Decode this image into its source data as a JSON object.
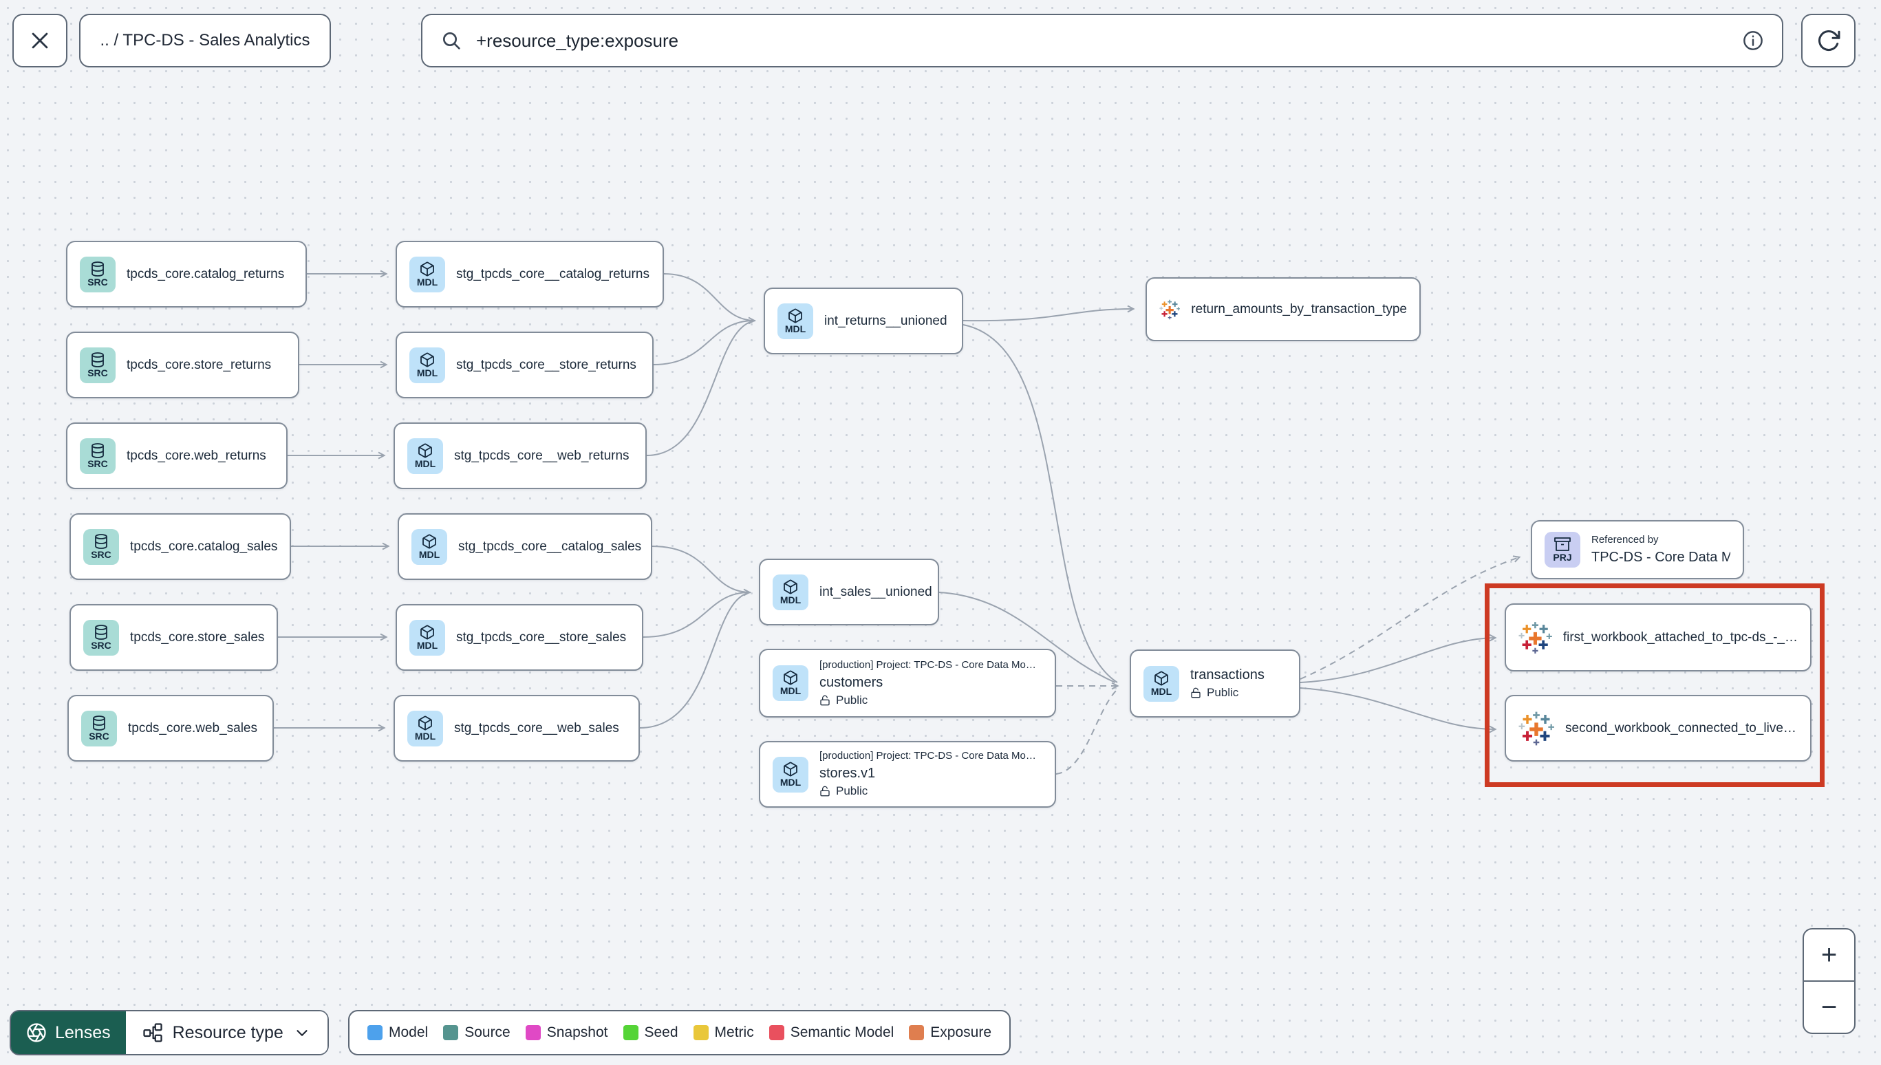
{
  "toolbar": {
    "breadcrumb": ".. / TPC-DS - Sales Analytics",
    "search_value": "+resource_type:exposure"
  },
  "graph": {
    "nodes": [
      {
        "id": "src-catalog-returns",
        "kind": "source",
        "badge": "SRC",
        "label": "tpcds_core.catalog_returns"
      },
      {
        "id": "src-store-returns",
        "kind": "source",
        "badge": "SRC",
        "label": "tpcds_core.store_returns"
      },
      {
        "id": "src-web-returns",
        "kind": "source",
        "badge": "SRC",
        "label": "tpcds_core.web_returns"
      },
      {
        "id": "src-catalog-sales",
        "kind": "source",
        "badge": "SRC",
        "label": "tpcds_core.catalog_sales"
      },
      {
        "id": "src-store-sales",
        "kind": "source",
        "badge": "SRC",
        "label": "tpcds_core.store_sales"
      },
      {
        "id": "src-web-sales",
        "kind": "source",
        "badge": "SRC",
        "label": "tpcds_core.web_sales"
      },
      {
        "id": "stg-catalog-returns",
        "kind": "model",
        "badge": "MDL",
        "label": "stg_tpcds_core__catalog_returns"
      },
      {
        "id": "stg-store-returns",
        "kind": "model",
        "badge": "MDL",
        "label": "stg_tpcds_core__store_returns"
      },
      {
        "id": "stg-web-returns",
        "kind": "model",
        "badge": "MDL",
        "label": "stg_tpcds_core__web_returns"
      },
      {
        "id": "stg-catalog-sales",
        "kind": "model",
        "badge": "MDL",
        "label": "stg_tpcds_core__catalog_sales"
      },
      {
        "id": "stg-store-sales",
        "kind": "model",
        "badge": "MDL",
        "label": "stg_tpcds_core__store_sales"
      },
      {
        "id": "stg-web-sales",
        "kind": "model",
        "badge": "MDL",
        "label": "stg_tpcds_core__web_sales"
      },
      {
        "id": "int-returns",
        "kind": "model",
        "badge": "MDL",
        "label": "int_returns__unioned"
      },
      {
        "id": "int-sales",
        "kind": "model",
        "badge": "MDL",
        "label": "int_sales__unioned"
      },
      {
        "id": "exp-return-amounts",
        "kind": "exposure",
        "label": "return_amounts_by_transaction_type"
      },
      {
        "id": "mdl-customers",
        "kind": "model",
        "badge": "MDL",
        "super": "[production] Project: TPC-DS - Core Data Mo…",
        "label": "customers",
        "access": "Public"
      },
      {
        "id": "mdl-stores",
        "kind": "model",
        "badge": "MDL",
        "super": "[production] Project: TPC-DS - Core Data Mo…",
        "label": "stores.v1",
        "access": "Public"
      },
      {
        "id": "mdl-transactions",
        "kind": "model",
        "badge": "MDL",
        "label": "transactions",
        "access": "Public"
      },
      {
        "id": "prj-core",
        "kind": "project",
        "badge": "PRJ",
        "super": "Referenced by",
        "label": "TPC-DS - Core Data Models"
      },
      {
        "id": "exp-wb1",
        "kind": "exposure",
        "label": "first_workbook_attached_to_tpc-ds_-_…"
      },
      {
        "id": "exp-wb2",
        "kind": "exposure",
        "label": "second_workbook_connected_to_live…"
      }
    ]
  },
  "footer": {
    "lenses_label": "Lenses",
    "resource_type_label": "Resource type",
    "legend": [
      {
        "label": "Model",
        "color": "#4da1ec"
      },
      {
        "label": "Source",
        "color": "#55948f"
      },
      {
        "label": "Snapshot",
        "color": "#e049c5"
      },
      {
        "label": "Seed",
        "color": "#55d437"
      },
      {
        "label": "Metric",
        "color": "#e9c73a"
      },
      {
        "label": "Semantic Model",
        "color": "#e9505e"
      },
      {
        "label": "Exposure",
        "color": "#df7e4f"
      }
    ]
  },
  "zoom_controls": {
    "zoom_in": "+",
    "zoom_out": "−"
  },
  "colors": {
    "highlight_border": "#cd3a23",
    "source_badge": "#a9dcd6",
    "model_badge": "#bfe2f9",
    "project_badge": "#c9cef2",
    "lenses_bg": "#1b5e51",
    "edge": "#9aa3af"
  }
}
